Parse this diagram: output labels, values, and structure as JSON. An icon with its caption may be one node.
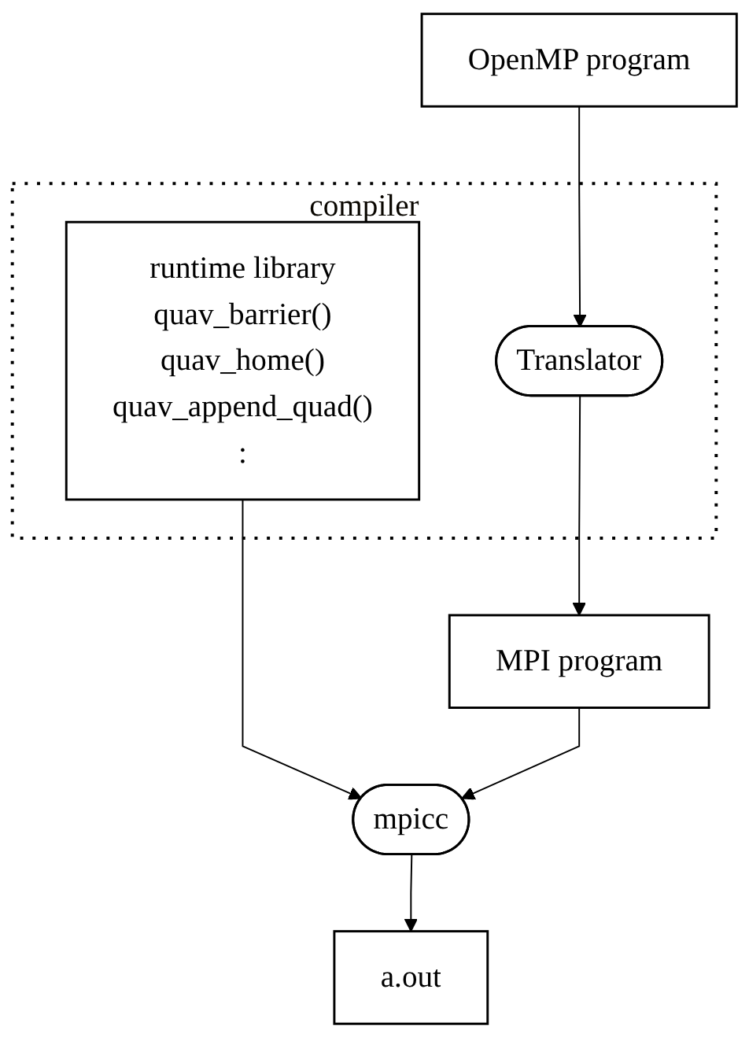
{
  "diagram": {
    "nodes": [
      {
        "text": [
          "OpenMP program"
        ]
      },
      {
        "text": [
          "compiler"
        ]
      },
      {
        "text": [
          "Translator"
        ],
        "in": 1
      },
      {
        "text": [
          "runtime library",
          "quav_barrier()",
          "quav_home()",
          "quav_append_quad()",
          ":"
        ],
        "in": 1
      },
      {
        "text": [
          "MPI program"
        ]
      },
      {
        "text": [
          "mpicc"
        ]
      },
      {
        "text": [
          "a.out"
        ]
      }
    ],
    "edges": [
      {
        "from": 0,
        "to": 2,
        "arrow": "to"
      },
      {
        "from": 2,
        "to": 4,
        "arrow": "to"
      },
      {
        "from": 3,
        "to": 5,
        "arrow": "to"
      },
      {
        "from": 4,
        "to": 5,
        "arrow": "to"
      },
      {
        "from": 5,
        "to": 6,
        "arrow": "to"
      }
    ]
  }
}
